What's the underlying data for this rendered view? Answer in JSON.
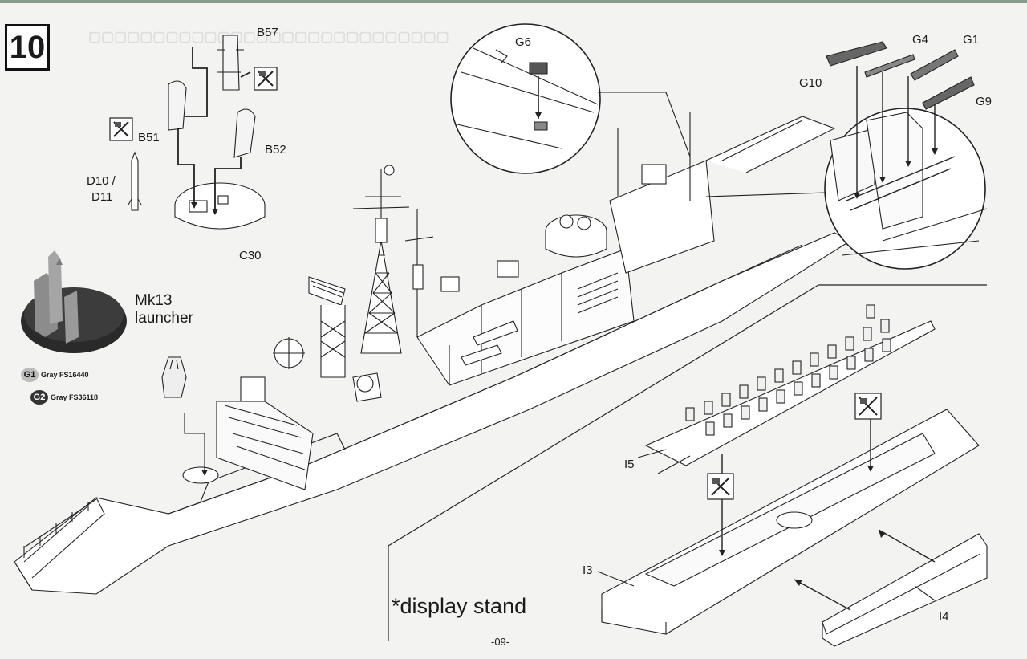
{
  "step": {
    "number": "10"
  },
  "parts": {
    "b57": "B57",
    "b51": "B51",
    "b52": "B52",
    "d10": "D10 /",
    "d11": "D11",
    "c30": "C30",
    "g6": "G6",
    "g4": "G4",
    "g1": "G1",
    "g10": "G10",
    "g9": "G9",
    "i5": "I5",
    "i3": "I3",
    "i4": "I4"
  },
  "launcher": {
    "line1": "Mk13",
    "line2": "launcher"
  },
  "paints": [
    {
      "code": "G1",
      "name": "Gray FS16440",
      "color": "#b9b9b9"
    },
    {
      "code": "G2",
      "name": "Gray FS36118",
      "color": "#3a3a3a"
    }
  ],
  "display_stand": "*display stand",
  "page_number": "-09-",
  "icons": [
    "cut-off-sprue-icon"
  ]
}
